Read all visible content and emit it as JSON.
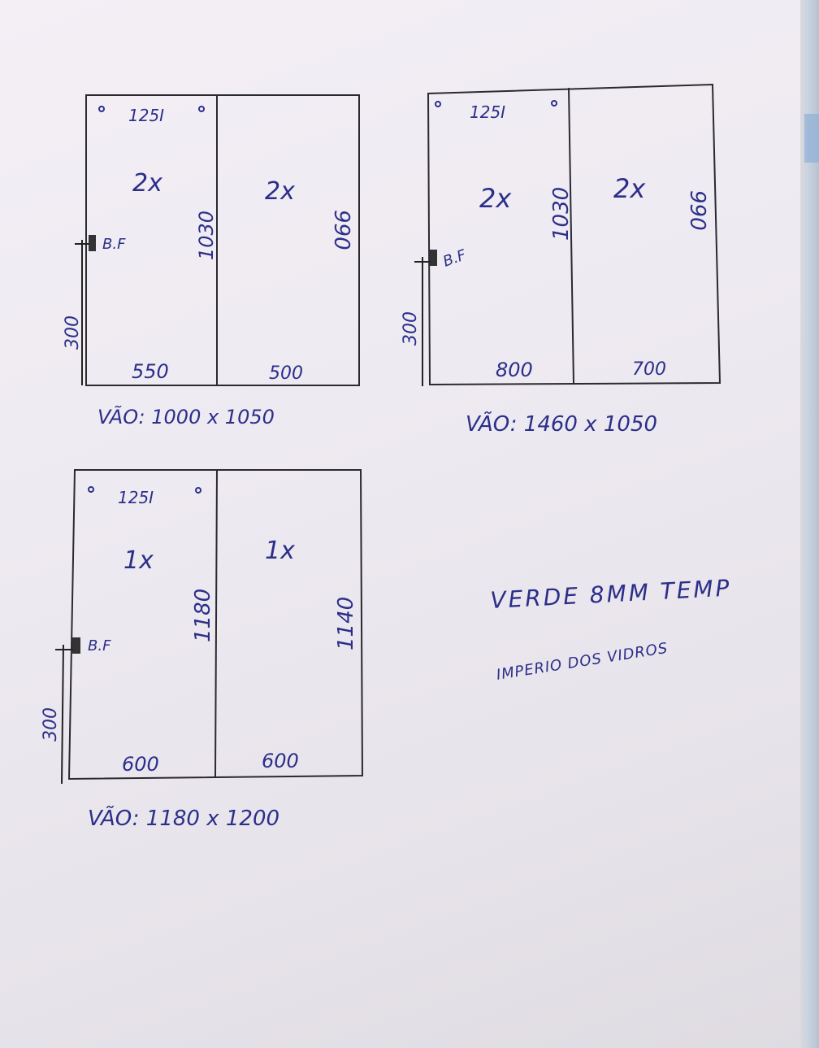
{
  "sheets": [
    {
      "hole_code": "125I",
      "left_qty": "2x",
      "right_qty": "2x",
      "left_height": "1030",
      "right_height": "990",
      "left_width": "550",
      "right_width": "500",
      "handle": "B.F",
      "handle_height": "300",
      "opening": "VÃO: 1000 x 1050"
    },
    {
      "hole_code": "125I",
      "left_qty": "2x",
      "right_qty": "2x",
      "left_height": "1030",
      "right_height": "990",
      "left_width": "800",
      "right_width": "700",
      "handle": "B.F",
      "handle_height": "300",
      "opening": "VÃO: 1460 x 1050"
    },
    {
      "hole_code": "125I",
      "left_qty": "1x",
      "right_qty": "1x",
      "left_height": "1180",
      "right_height": "1140",
      "left_width": "600",
      "right_width": "600",
      "handle": "B.F",
      "handle_height": "300",
      "opening": "VÃO: 1180 x 1200"
    }
  ],
  "notes": {
    "glass_spec": "VERDE 8MM TEMP",
    "supplier": "IMPERIO DOS VIDROS"
  },
  "colors": {
    "ink": "#2b2f8a",
    "frame": "#2a2a30",
    "paper": "#f1edf3"
  }
}
